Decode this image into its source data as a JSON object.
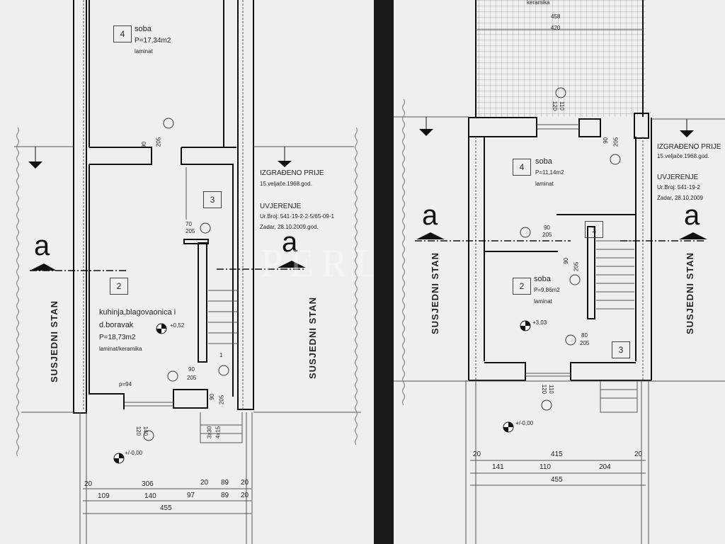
{
  "left_plan": {
    "room4": {
      "number": "4",
      "name": "soba",
      "area": "P=17,34m2",
      "floor": "laminat"
    },
    "room3": {
      "number": "3"
    },
    "room2": {
      "number": "2",
      "name1": "kuhinja,blagovaonica i",
      "name2": "d.boravak",
      "area": "P=18,73m2",
      "floor": "laminat/keramika",
      "level": "+0,52"
    },
    "room1": {
      "number": "1"
    },
    "notes": {
      "line1": "IZGRAĐENO PRIJE",
      "line2": "15.veljače.1968.god.",
      "line3": "UVJERENJE",
      "line4": "Ur.Broj: 541-19-2-2-5/65-09-1",
      "line5": "Zadar, 28.10.2009.god."
    },
    "section": "a",
    "neighbor": "SUSJEDNI STAN",
    "doors": {
      "d1a": "90",
      "d1b": "205",
      "d2a": "70",
      "d2b": "205",
      "d3a": "90",
      "d3b": "205",
      "d4a": "90",
      "d4b": "205",
      "win1": "140",
      "win2": "120",
      "stairs": "3x30",
      "stairs2": "4x15",
      "parapet": "p=94"
    },
    "ground_level": "+/-0,00",
    "dims": {
      "row1": [
        "20",
        "306",
        "20",
        "89",
        "20"
      ],
      "row2": [
        "109",
        "140",
        "97",
        "89",
        "20"
      ],
      "total": "455"
    }
  },
  "right_plan": {
    "top_floor": "keramika",
    "top_dims": [
      "458",
      "420"
    ],
    "room4": {
      "number": "4",
      "name": "soba",
      "area": "P=11,14m2",
      "floor": "laminat"
    },
    "room2": {
      "number": "2",
      "name": "soba",
      "area": "P=9,86m2",
      "floor": "laminat",
      "level": "+3,03"
    },
    "room1": {
      "number": "1"
    },
    "room3": {
      "number": "3"
    },
    "notes": {
      "line1": "IZGRAĐENO PRIJE",
      "line2": "15.veljače.1968.god.",
      "line3": "UVJERENJE",
      "line4": "Ur.Broj: 541-19-2",
      "line5": "Zadar, 28.10.2009"
    },
    "section": "a",
    "neighbor": "SUSJEDNI STAN",
    "doors": {
      "w1a": "110",
      "w1b": "120",
      "d1a": "90",
      "d1b": "205",
      "d2a": "90",
      "d2b": "205",
      "d3a": "90",
      "d3b": "205",
      "d4a": "80",
      "d4b": "205",
      "w2a": "110",
      "w2b": "120"
    },
    "ground_level": "+/-0,00",
    "dims": {
      "row1": [
        "20",
        "415",
        "20"
      ],
      "row2": [
        "141",
        "110",
        "204"
      ],
      "total": "455"
    }
  },
  "watermark": "PERLA"
}
